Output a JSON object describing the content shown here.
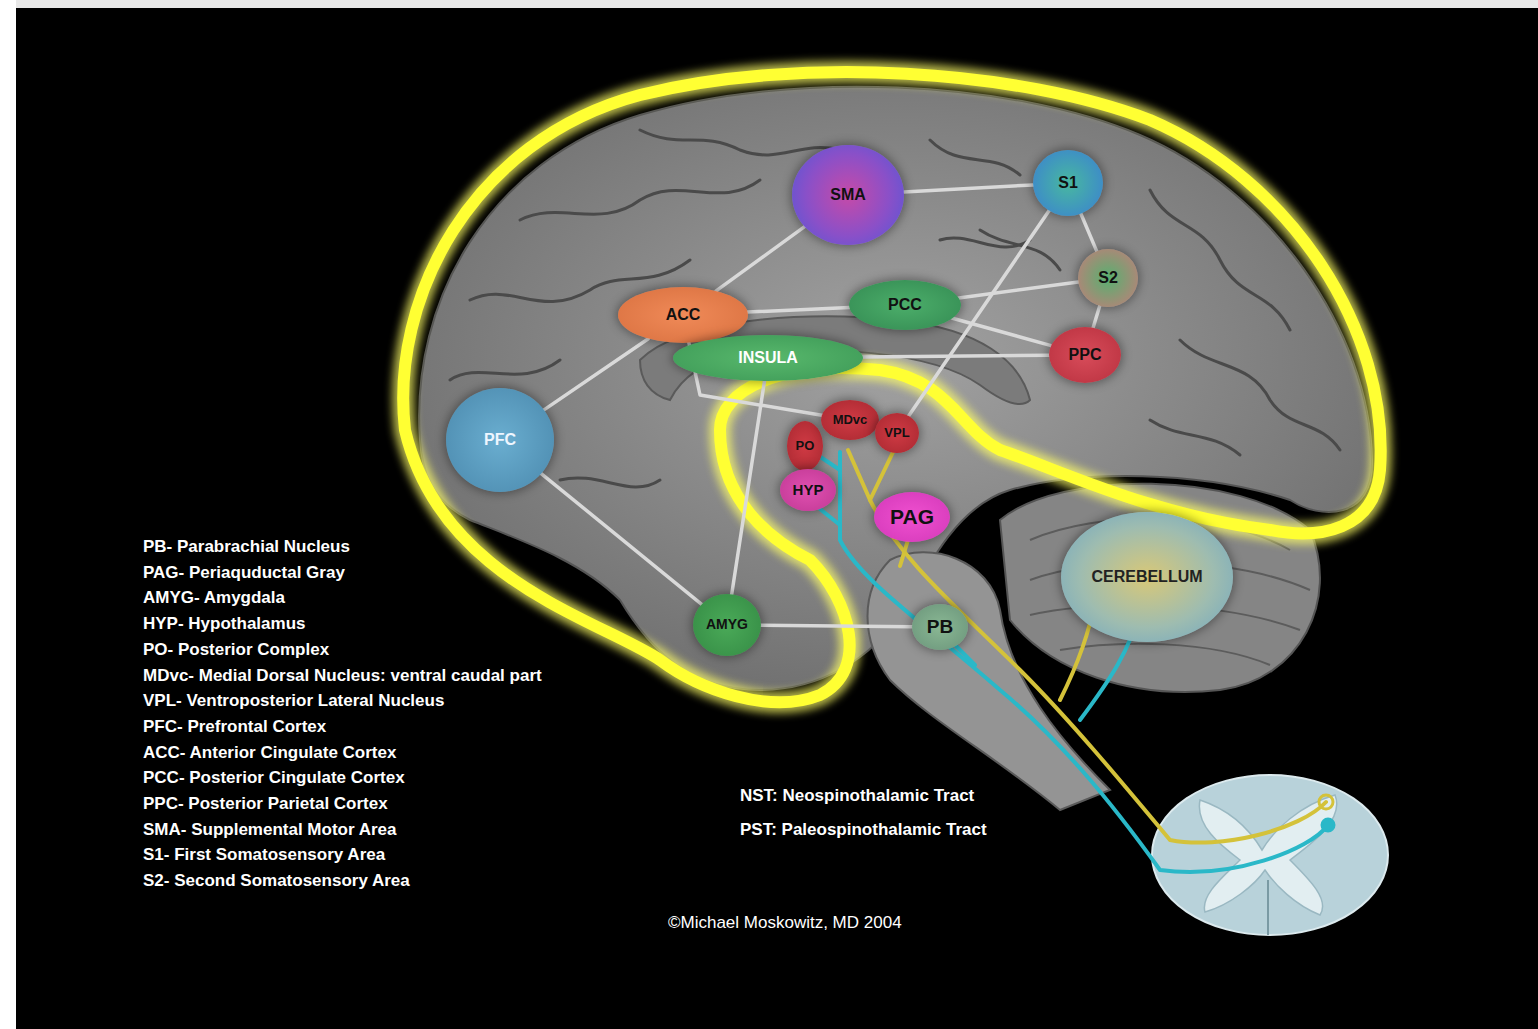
{
  "diagram": {
    "nodes": [
      {
        "text": [
          "SMA"
        ]
      },
      {
        "text": [
          "S1"
        ]
      },
      {
        "text": [
          "ACC"
        ]
      },
      {
        "text": [
          "PCC"
        ]
      },
      {
        "text": [
          "S2"
        ]
      },
      {
        "text": [
          "INSULA"
        ]
      },
      {
        "text": [
          "PPC"
        ]
      },
      {
        "text": [
          "PFC"
        ]
      },
      {
        "text": [
          "PO"
        ]
      },
      {
        "text": [
          "MDvc"
        ]
      },
      {
        "text": [
          "VPL"
        ]
      },
      {
        "text": [
          "HYP"
        ]
      },
      {
        "text": [
          "PAG"
        ]
      },
      {
        "text": [
          "AMYG"
        ]
      },
      {
        "text": [
          "PB"
        ]
      },
      {
        "text": [
          "CEREBELLUM"
        ]
      }
    ],
    "edges": [
      {
        "from": 0,
        "to": 1,
        "arrow": "none"
      },
      {
        "from": 2,
        "to": 0,
        "arrow": "none"
      },
      {
        "from": 2,
        "to": 3,
        "arrow": "none"
      },
      {
        "from": 2,
        "to": 7,
        "arrow": "none"
      },
      {
        "from": 3,
        "to": 6,
        "arrow": "none"
      },
      {
        "from": 1,
        "to": 4,
        "arrow": "none"
      },
      {
        "from": 4,
        "to": 6,
        "arrow": "none"
      },
      {
        "from": 10,
        "to": 1,
        "arrow": "none"
      },
      {
        "from": 5,
        "to": 6,
        "arrow": "none"
      },
      {
        "from": 9,
        "to": 2,
        "arrow": "none"
      },
      {
        "from": 7,
        "to": 13,
        "arrow": "none"
      },
      {
        "from": 5,
        "to": 13,
        "arrow": "none"
      },
      {
        "from": 13,
        "to": 14,
        "arrow": "none"
      },
      {
        "from": 3,
        "to": 4,
        "arrow": "none"
      }
    ],
    "labels": [
      "PB- Parabrachial Nucleus",
      "PAG- Periaquductal Gray",
      "AMYG- Amygdala",
      "HYP- Hypothalamus",
      "PO- Posterior Complex",
      "MDvc- Medial Dorsal Nucleus: ventral caudal part",
      "VPL- Ventroposterior Lateral Nucleus",
      "PFC- Prefrontal Cortex",
      "ACC- Anterior Cingulate Cortex",
      "PCC- Posterior Cingulate Cortex",
      "PPC- Posterior Parietal Cortex",
      "SMA- Supplemental Motor Area",
      "S1- First Somatosensory Area",
      "S2- Second Somatosensory Area",
      "NST: Neospinothalamic Tract",
      "PST: Paleospinothalamic Tract",
      "©Michael Moskowitz, MD 2004"
    ]
  }
}
